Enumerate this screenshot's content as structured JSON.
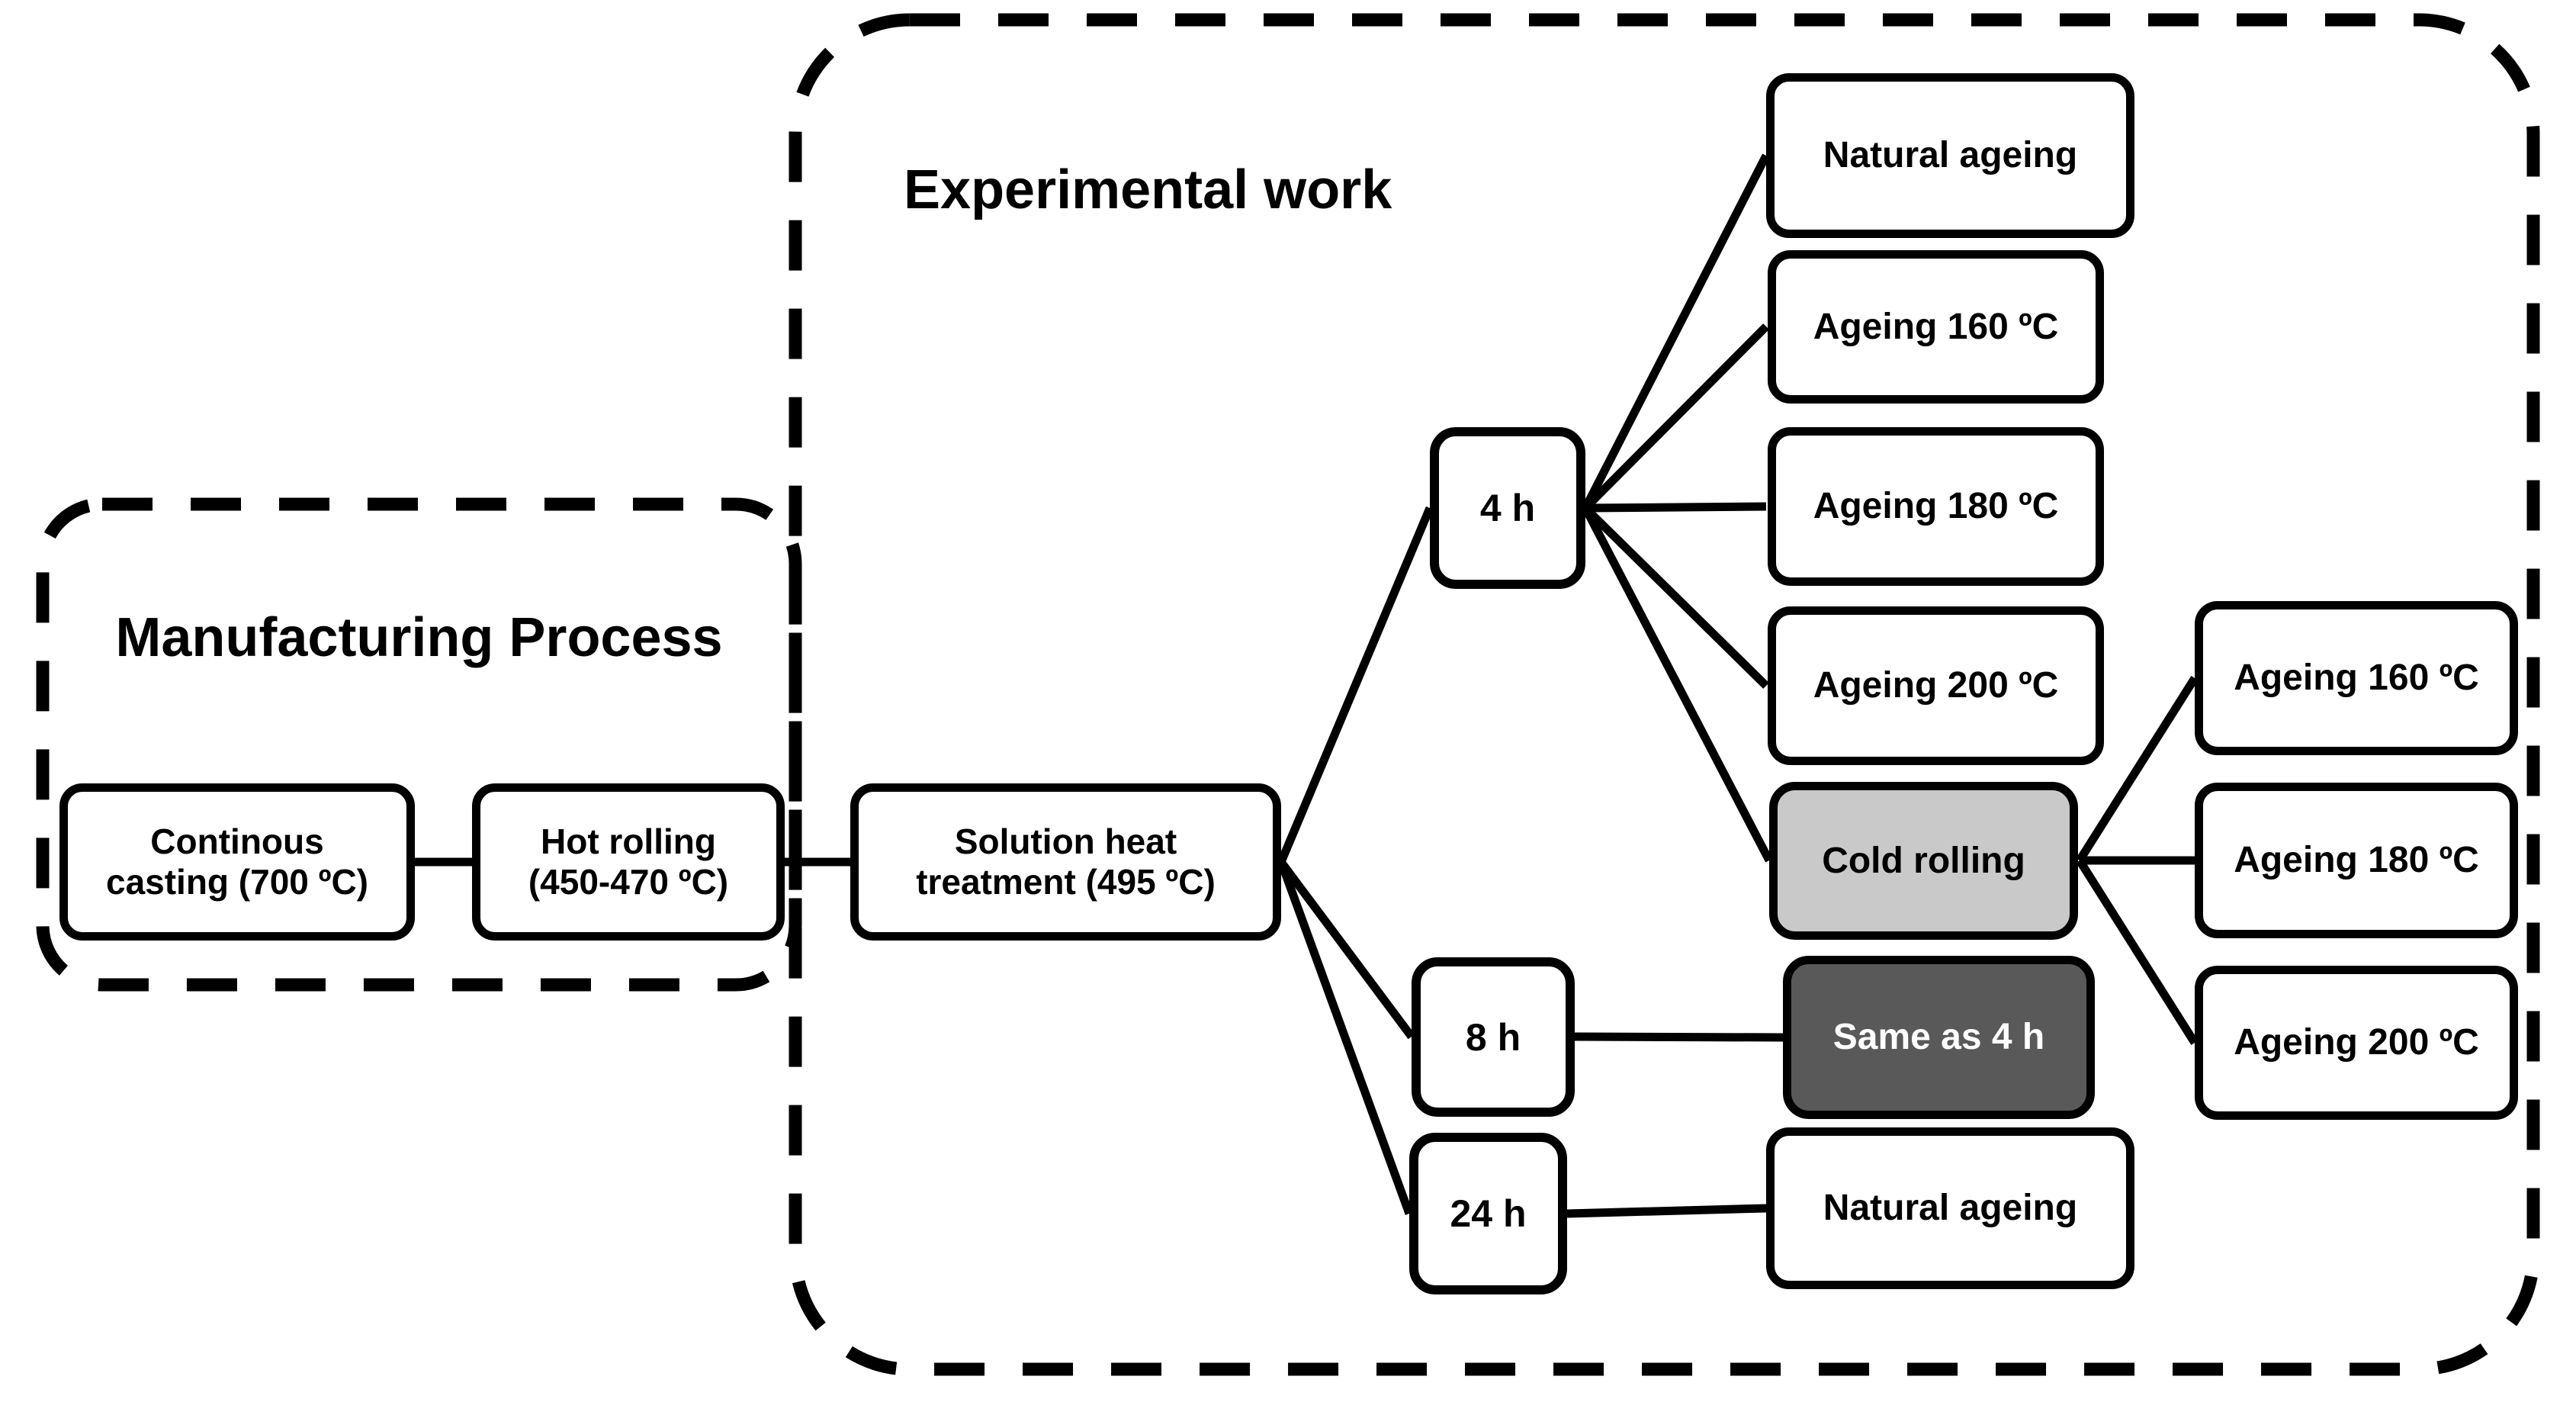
{
  "diagram": {
    "background": "#ffffff",
    "stroke_color": "#000000",
    "groups": {
      "manufacturing": {
        "title": "Manufacturing Process"
      },
      "experimental": {
        "title": "Experimental work"
      }
    },
    "colors": {
      "node_fill": "#ffffff",
      "node_border": "#000000",
      "cold_rolling_fill": "#c9c9c9",
      "same_as_4h_fill": "#595959",
      "same_as_4h_text": "#ffffff"
    },
    "nodes": {
      "continuous_casting": {
        "lines": [
          "Continous",
          "casting (700 ºC)"
        ]
      },
      "hot_rolling": {
        "lines": [
          "Hot rolling",
          "(450-470 ºC)"
        ]
      },
      "solution_heat_treatment": {
        "lines": [
          "Solution heat",
          "treatment (495 ºC)"
        ]
      },
      "hold_4h": {
        "label": "4 h"
      },
      "hold_8h": {
        "label": "8 h"
      },
      "hold_24h": {
        "label": "24 h"
      },
      "natural_ageing_4h": {
        "label": "Natural ageing"
      },
      "ageing_160_4h": {
        "label": "Ageing 160 ºC"
      },
      "ageing_180_4h": {
        "label": "Ageing 180 ºC"
      },
      "ageing_200_4h": {
        "label": "Ageing 200 ºC"
      },
      "cold_rolling": {
        "label": "Cold rolling"
      },
      "same_as_4h": {
        "label": "Same as 4 h"
      },
      "natural_ageing_24h": {
        "label": "Natural ageing"
      },
      "ageing_160_cr": {
        "label": "Ageing 160 ºC"
      },
      "ageing_180_cr": {
        "label": "Ageing 180 ºC"
      },
      "ageing_200_cr": {
        "label": "Ageing 200 ºC"
      }
    }
  }
}
